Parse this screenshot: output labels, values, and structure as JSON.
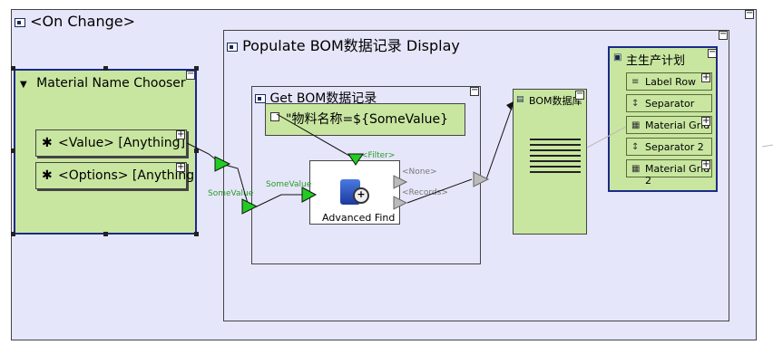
{
  "on_change": {
    "title": "<On Change>"
  },
  "populate": {
    "title": "Populate BOM数据记录 Display"
  },
  "chooser": {
    "title": "Material Name Chooser",
    "value_row": "<Value> [Anything]",
    "options_row": "<Options> [Anything"
  },
  "get_bom": {
    "title": "Get BOM数据记录",
    "filter_text": "\"物料名称=${SomeValue}",
    "find_label": "Advanced Find",
    "port_filter": "<Filter>",
    "port_none": "<None>",
    "port_records": "<Records>"
  },
  "wire_labels": {
    "some_value_1": "SomeValue",
    "some_value_2": "SomeValue"
  },
  "bom_list": {
    "title": "BOM数据库"
  },
  "master_plan": {
    "title": "主生产计划",
    "items": [
      {
        "label": "Label Row",
        "icon": "label-row-icon"
      },
      {
        "label": "Separator",
        "icon": "separator-icon"
      },
      {
        "label": "Material Grid",
        "icon": "grid-icon"
      },
      {
        "label": "Separator 2",
        "icon": "separator-icon"
      },
      {
        "label": "Material Grid 2",
        "icon": "grid-icon"
      }
    ]
  },
  "colors": {
    "container_blue": "#e6e6fa",
    "node_green": "#c8e6a0",
    "border": "#333333",
    "selection": "#1a2a8a"
  }
}
